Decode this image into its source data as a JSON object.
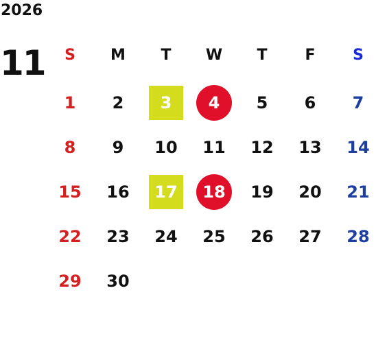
{
  "calendar": {
    "year": "2026",
    "month": "11",
    "weekdays": [
      "S",
      "M",
      "T",
      "W",
      "T",
      "F",
      "S"
    ],
    "weeks": [
      [
        "",
        "",
        "",
        "",
        "",
        "",
        ""
      ],
      [
        "1",
        "2",
        "3",
        "4",
        "5",
        "6",
        "7"
      ],
      [
        "8",
        "9",
        "10",
        "11",
        "12",
        "13",
        "14"
      ],
      [
        "15",
        "16",
        "17",
        "18",
        "19",
        "20",
        "21"
      ],
      [
        "22",
        "23",
        "24",
        "25",
        "26",
        "27",
        "28"
      ],
      [
        "29",
        "30",
        "",
        "",
        "",
        "",
        ""
      ]
    ],
    "highlights": {
      "square": [
        "3",
        "17"
      ],
      "circle": [
        "4",
        "18"
      ]
    },
    "colors": {
      "weekday_text": "#111111",
      "sunday_text": "#d42020",
      "saturday_text": "#1e3fa0",
      "saturday_header": "#1a2bd6",
      "square_fill": "#d4dc1e",
      "circle_fill": "#e0102a",
      "highlight_text": "#ffffff"
    }
  }
}
